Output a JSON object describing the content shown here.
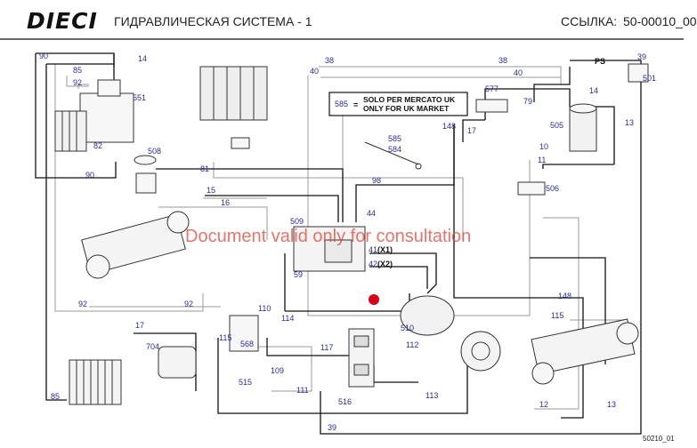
{
  "header": {
    "brand": "DIECI",
    "title": "ГИДРАВЛИЧЕСКАЯ СИСТЕМА - 1",
    "ref_label": "ССЫЛКА:",
    "ref_value": "50-00010_00"
  },
  "note": {
    "number": "585",
    "equals": "=",
    "line1": "SOLO PER MERCATO UK",
    "line2": "ONLY FOR UK MARKET"
  },
  "watermark": "Document valid only for consultation",
  "footer_code": "50210_01",
  "labels": {
    "l90a": "90",
    "l14a": "14",
    "l85a": "85",
    "l92a": "92",
    "l551": "551",
    "l82": "82",
    "l508": "508",
    "l90b": "90",
    "l81": "81",
    "l38a": "38",
    "l40a": "40",
    "l38b": "38",
    "l40b": "40",
    "lps": "PS",
    "l39a": "39",
    "l501": "501",
    "l577": "577",
    "l79": "79",
    "l14b": "14",
    "l505": "505",
    "l13a": "13",
    "l17a": "17",
    "l10": "10",
    "l148a": "148",
    "l585": "585",
    "l584": "584",
    "l11": "11",
    "l506": "506",
    "l98": "98",
    "l15": "15",
    "l16": "16",
    "l44": "44",
    "l509": "509",
    "l41": "41",
    "x1": "(X1)",
    "l42": "42",
    "x2": "(X2)",
    "l59": "59",
    "l148b": "148",
    "l510": "510",
    "l115a": "115",
    "l92b": "92",
    "l92c": "92",
    "l110": "110",
    "l114": "114",
    "l17b": "17",
    "l704": "704",
    "l115b": "115",
    "l568": "568",
    "l117": "117",
    "l112": "112",
    "l109": "109",
    "l515": "515",
    "l111": "111",
    "l516": "516",
    "l113": "113",
    "l85b": "85",
    "l12": "12",
    "l13b": "13",
    "l39b": "39"
  },
  "colors": {
    "label_blue": "#2b2b9a",
    "watermark_red": "#e0463a",
    "marker_red": "#d9001b",
    "line_black": "#111111",
    "line_gray": "#9a9a9a"
  }
}
